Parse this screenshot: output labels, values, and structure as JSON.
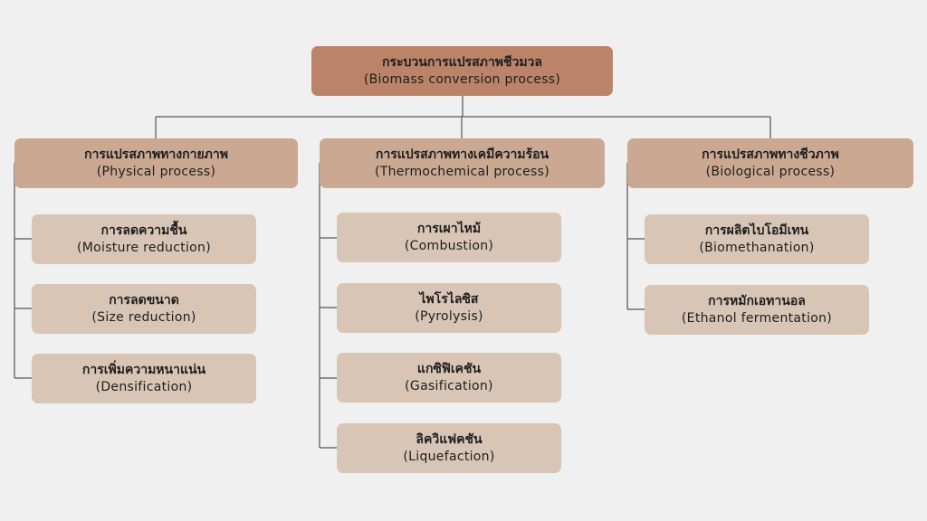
{
  "root": {
    "title_th": "กระบวนการแปรสภาพชีวมวล",
    "title_en": "(Biomass conversion process)"
  },
  "categories": [
    {
      "title_th": "การแปรสภาพทางกายภาพ",
      "title_en": "(Physical process)",
      "items": [
        {
          "th": "การลดความชื้น",
          "en": "(Moisture reduction)"
        },
        {
          "th": "การลดขนาด",
          "en": "(Size reduction)"
        },
        {
          "th": "การเพิ่มความหนาแน่น",
          "en": "(Densification)"
        }
      ]
    },
    {
      "title_th": "การแปรสภาพทางเคมีความร้อน",
      "title_en": "(Thermochemical process)",
      "items": [
        {
          "th": "การเผาไหม้",
          "en": "(Combustion)"
        },
        {
          "th": "ไพโรไลซิส",
          "en": "(Pyrolysis)"
        },
        {
          "th": "แกซิฟิเคชัน",
          "en": "(Gasification)"
        },
        {
          "th": "ลิควิแฟคชัน",
          "en": "(Liquefaction)"
        }
      ]
    },
    {
      "title_th": "การแปรสภาพทางชีวภาพ",
      "title_en": "(Biological process)",
      "items": [
        {
          "th": "การผลิตไบโอมีเทน",
          "en": "(Biomethanation)"
        },
        {
          "th": "การหมักเอทานอล",
          "en": "(Ethanol fermentation)"
        }
      ]
    }
  ],
  "colors": {
    "background": "#f0f0f0",
    "root_box": "#bb8469",
    "category_box": "#caa892",
    "leaf_box": "#d8c5b5",
    "connector": "#555555"
  }
}
